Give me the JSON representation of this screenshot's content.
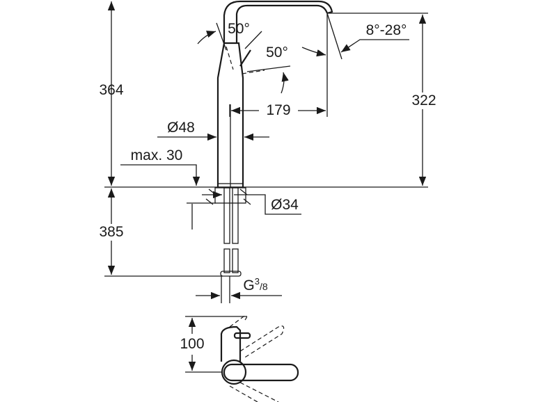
{
  "dimensions": {
    "total_height": "364",
    "spout_height": "322",
    "below_counter": "385",
    "spout_reach": "179",
    "body_diameter": "Ø48",
    "max_counter_thickness": "max. 30",
    "hole_diameter": "Ø34",
    "connection": "G",
    "connection_num": "3",
    "connection_den": "/8",
    "handle_angle_top": "50°",
    "handle_angle_side": "50°",
    "spout_angle": "8°-28°",
    "lever_clearance": "100"
  },
  "colors": {
    "line": "#1a1a1a",
    "background": "#ffffff"
  }
}
